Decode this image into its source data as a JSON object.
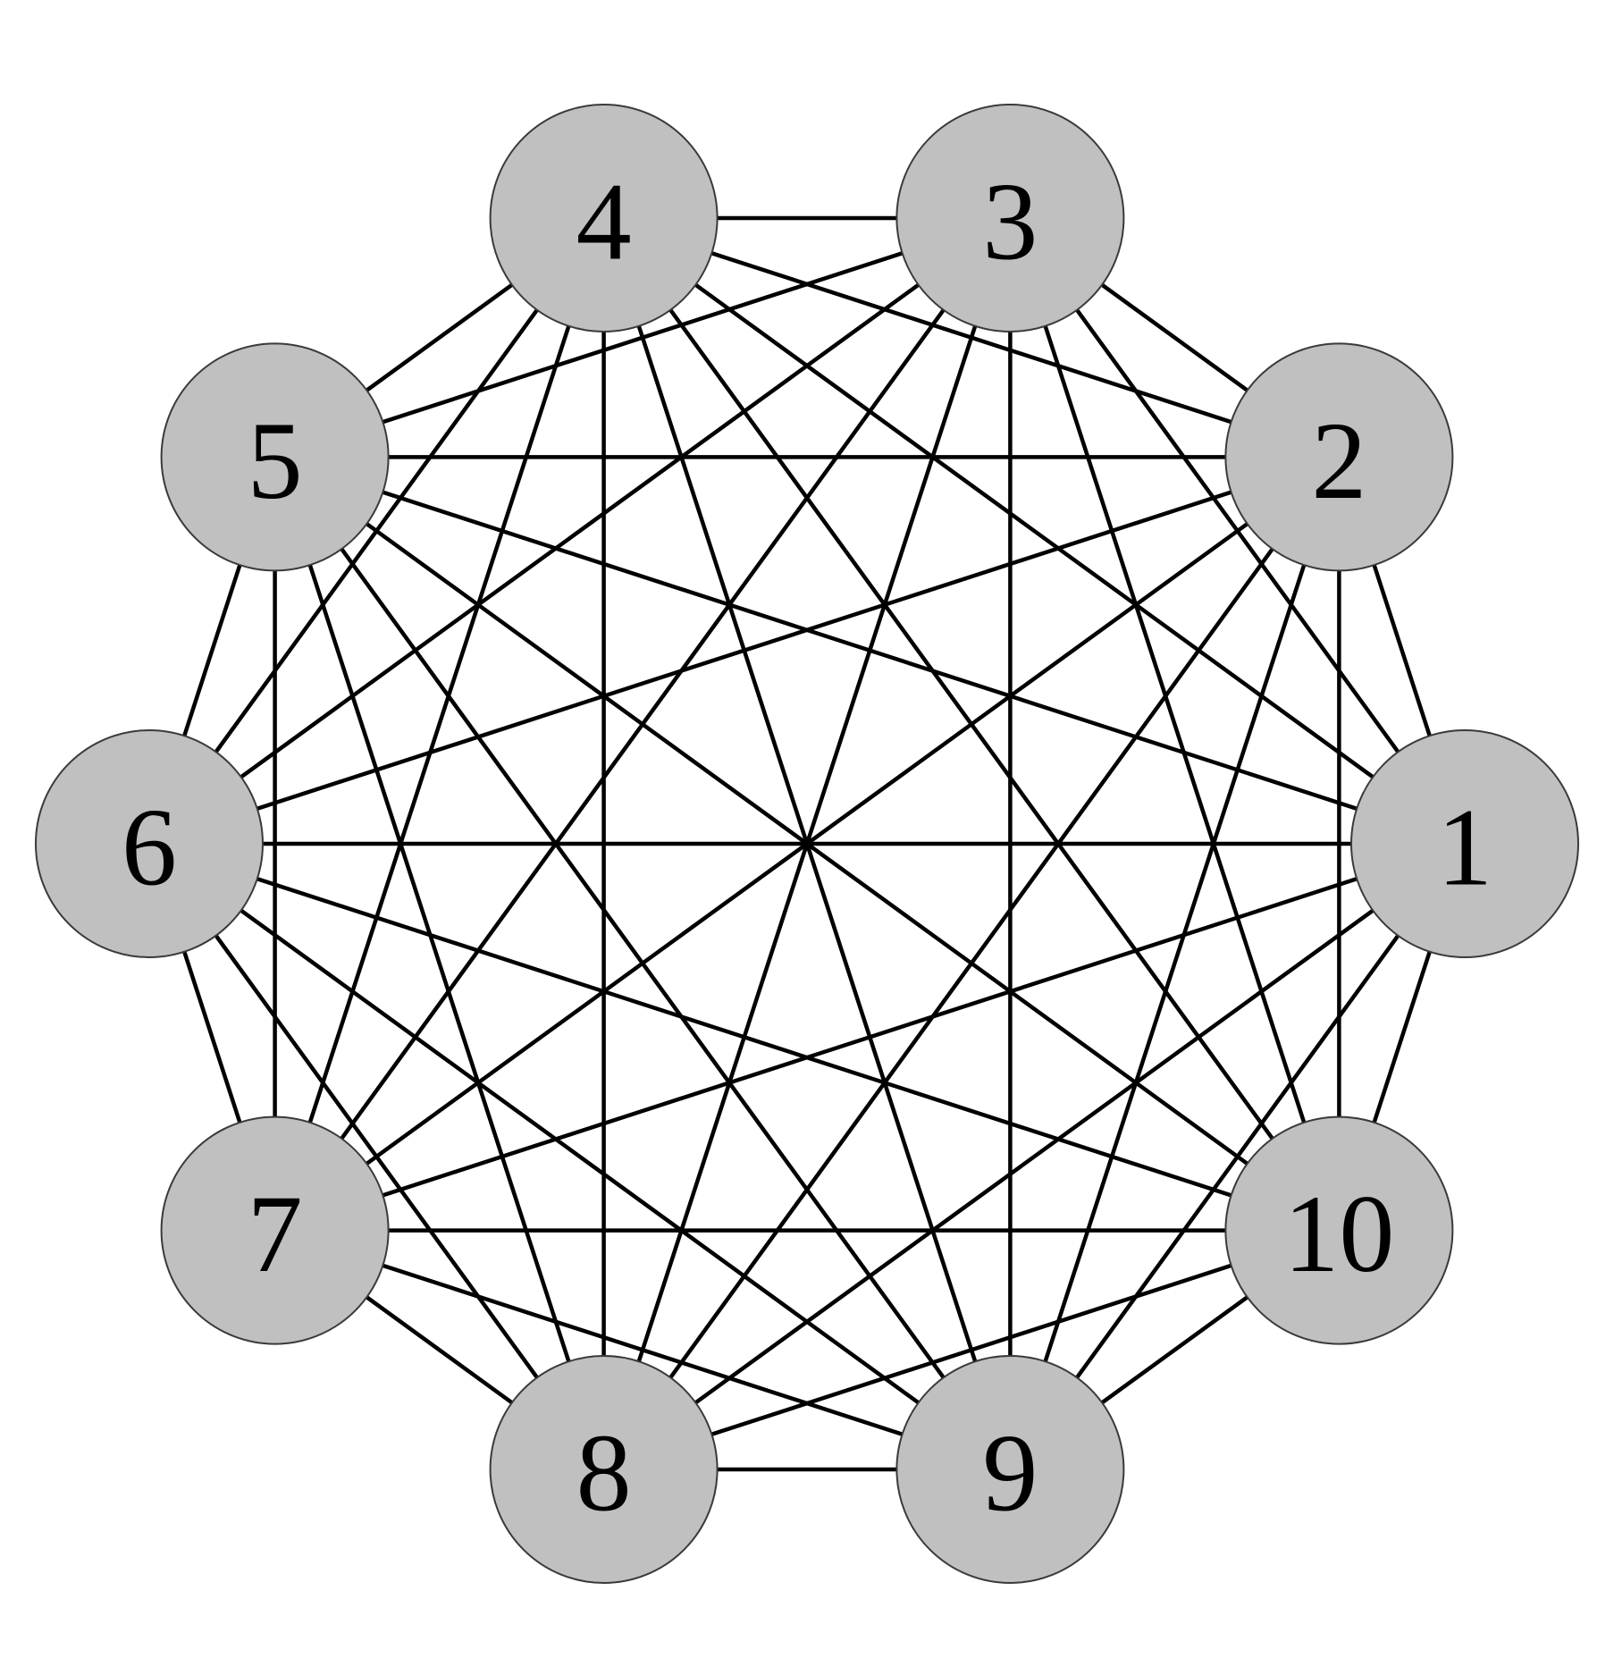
{
  "graph": {
    "type": "complete-graph",
    "node_fill": "#c0c0c0",
    "node_stroke": "#3a3a3a",
    "edge_color": "#000000",
    "label_color": "#000000",
    "nodes": [
      {
        "id": 1,
        "label": "1"
      },
      {
        "id": 2,
        "label": "2"
      },
      {
        "id": 3,
        "label": "3"
      },
      {
        "id": 4,
        "label": "4"
      },
      {
        "id": 5,
        "label": "5"
      },
      {
        "id": 6,
        "label": "6"
      },
      {
        "id": 7,
        "label": "7"
      },
      {
        "id": 8,
        "label": "8"
      },
      {
        "id": 9,
        "label": "9"
      },
      {
        "id": 10,
        "label": "10"
      }
    ],
    "edges": [
      [
        1,
        2
      ],
      [
        1,
        3
      ],
      [
        1,
        4
      ],
      [
        1,
        5
      ],
      [
        1,
        6
      ],
      [
        1,
        7
      ],
      [
        1,
        8
      ],
      [
        1,
        9
      ],
      [
        1,
        10
      ],
      [
        2,
        3
      ],
      [
        2,
        4
      ],
      [
        2,
        5
      ],
      [
        2,
        6
      ],
      [
        2,
        7
      ],
      [
        2,
        8
      ],
      [
        2,
        9
      ],
      [
        2,
        10
      ],
      [
        3,
        4
      ],
      [
        3,
        5
      ],
      [
        3,
        6
      ],
      [
        3,
        7
      ],
      [
        3,
        8
      ],
      [
        3,
        9
      ],
      [
        3,
        10
      ],
      [
        4,
        5
      ],
      [
        4,
        6
      ],
      [
        4,
        7
      ],
      [
        4,
        8
      ],
      [
        4,
        9
      ],
      [
        4,
        10
      ],
      [
        5,
        6
      ],
      [
        5,
        7
      ],
      [
        5,
        8
      ],
      [
        5,
        9
      ],
      [
        5,
        10
      ],
      [
        6,
        7
      ],
      [
        6,
        8
      ],
      [
        6,
        9
      ],
      [
        6,
        10
      ],
      [
        7,
        8
      ],
      [
        7,
        9
      ],
      [
        7,
        10
      ],
      [
        8,
        9
      ],
      [
        8,
        10
      ],
      [
        9,
        10
      ]
    ]
  }
}
